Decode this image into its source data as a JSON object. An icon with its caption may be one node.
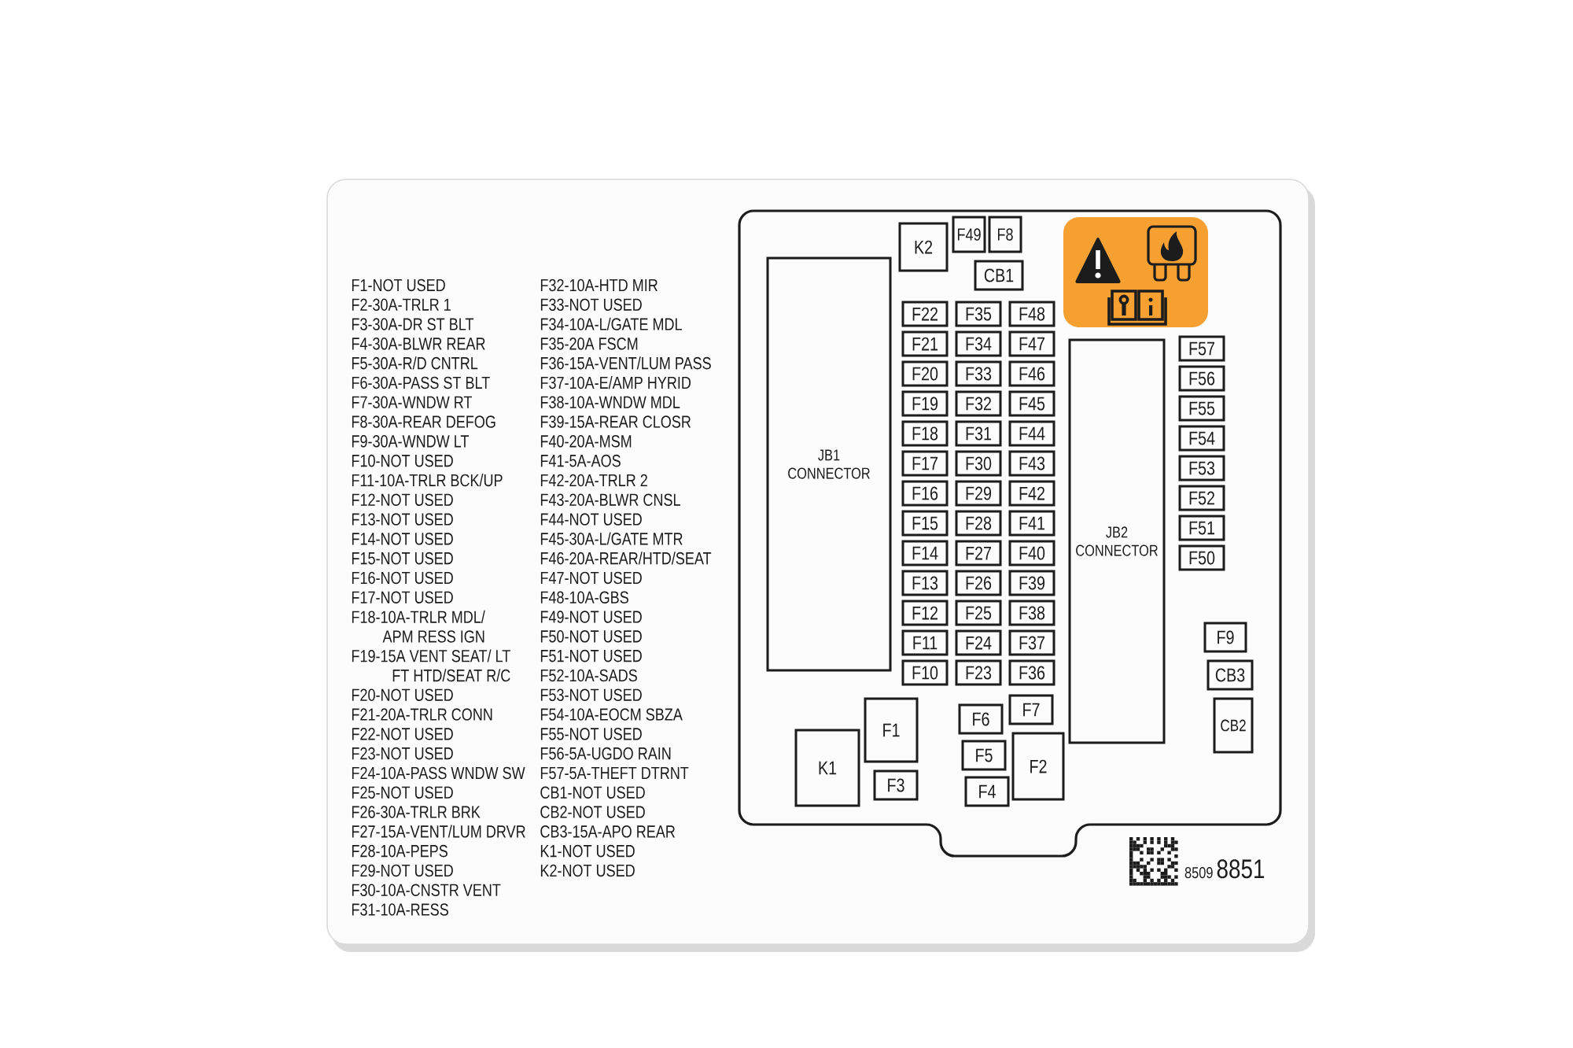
{
  "diagram": {
    "nodes": [
      {
        "text": [],
        "shape": "box"
      },
      {
        "text": [
          "K2"
        ],
        "in": 0
      },
      {
        "text": [
          "F49"
        ],
        "in": 0
      },
      {
        "text": [
          "F8"
        ],
        "in": 0
      },
      {
        "text": [
          "CB1"
        ],
        "in": 0
      },
      {
        "text": [
          "JB1 CONNECTOR"
        ],
        "in": 0
      },
      {
        "text": [
          "F22"
        ],
        "in": 0
      },
      {
        "text": [
          "F21"
        ],
        "in": 0
      },
      {
        "text": [
          "F20"
        ],
        "in": 0
      },
      {
        "text": [
          "F19"
        ],
        "in": 0
      },
      {
        "text": [
          "F18"
        ],
        "in": 0
      },
      {
        "text": [
          "F17"
        ],
        "in": 0
      },
      {
        "text": [
          "F16"
        ],
        "in": 0
      },
      {
        "text": [
          "F15"
        ],
        "in": 0
      },
      {
        "text": [
          "F14"
        ],
        "in": 0
      },
      {
        "text": [
          "F13"
        ],
        "in": 0
      },
      {
        "text": [
          "F12"
        ],
        "in": 0
      },
      {
        "text": [
          "F11"
        ],
        "in": 0
      },
      {
        "text": [
          "F10"
        ],
        "in": 0
      },
      {
        "text": [
          "F35"
        ],
        "in": 0
      },
      {
        "text": [
          "F34"
        ],
        "in": 0
      },
      {
        "text": [
          "F33"
        ],
        "in": 0
      },
      {
        "text": [
          "F32"
        ],
        "in": 0
      },
      {
        "text": [
          "F31"
        ],
        "in": 0
      },
      {
        "text": [
          "F30"
        ],
        "in": 0
      },
      {
        "text": [
          "F29"
        ],
        "in": 0
      },
      {
        "text": [
          "F28"
        ],
        "in": 0
      },
      {
        "text": [
          "F27"
        ],
        "in": 0
      },
      {
        "text": [
          "F26"
        ],
        "in": 0
      },
      {
        "text": [
          "F25"
        ],
        "in": 0
      },
      {
        "text": [
          "F24"
        ],
        "in": 0
      },
      {
        "text": [
          "F23"
        ],
        "in": 0
      },
      {
        "text": [
          "F48"
        ],
        "in": 0
      },
      {
        "text": [
          "F47"
        ],
        "in": 0
      },
      {
        "text": [
          "F46"
        ],
        "in": 0
      },
      {
        "text": [
          "F45"
        ],
        "in": 0
      },
      {
        "text": [
          "F44"
        ],
        "in": 0
      },
      {
        "text": [
          "F43"
        ],
        "in": 0
      },
      {
        "text": [
          "F42"
        ],
        "in": 0
      },
      {
        "text": [
          "F41"
        ],
        "in": 0
      },
      {
        "text": [
          "F40"
        ],
        "in": 0
      },
      {
        "text": [
          "F39"
        ],
        "in": 0
      },
      {
        "text": [
          "F38"
        ],
        "in": 0
      },
      {
        "text": [
          "F37"
        ],
        "in": 0
      },
      {
        "text": [
          "F36"
        ],
        "in": 0
      },
      {
        "text": [
          "JB2 CONNECTOR"
        ],
        "in": 0
      },
      {
        "text": [
          "F57"
        ],
        "in": 0
      },
      {
        "text": [
          "F56"
        ],
        "in": 0
      },
      {
        "text": [
          "F55"
        ],
        "in": 0
      },
      {
        "text": [
          "F54"
        ],
        "in": 0
      },
      {
        "text": [
          "F53"
        ],
        "in": 0
      },
      {
        "text": [
          "F52"
        ],
        "in": 0
      },
      {
        "text": [
          "F51"
        ],
        "in": 0
      },
      {
        "text": [
          "F50"
        ],
        "in": 0
      },
      {
        "text": [
          "F9"
        ],
        "in": 0
      },
      {
        "text": [
          "CB3"
        ],
        "in": 0
      },
      {
        "text": [
          "CB2"
        ],
        "in": 0
      },
      {
        "text": [
          "F1"
        ],
        "in": 0
      },
      {
        "text": [
          "K1"
        ],
        "in": 0
      },
      {
        "text": [
          "F3"
        ],
        "in": 0
      },
      {
        "text": [
          "F7"
        ],
        "in": 0
      },
      {
        "text": [
          "F6"
        ],
        "in": 0
      },
      {
        "text": [
          "F5"
        ],
        "in": 0
      },
      {
        "text": [
          "F2"
        ],
        "in": 0
      },
      {
        "text": [
          "F4"
        ],
        "in": 0
      }
    ],
    "labels": [
      "F1-NOT USED",
      "F2-30A-TRLR 1",
      "F3-30A-DR ST BLT",
      "F4-30A-BLWR REAR",
      "F5-30A-R/D CNTRL",
      "F6-30A-PASS ST BLT",
      "F7-30A-WNDW RT",
      "F8-30A-REAR DEFOG",
      "F9-30A-WNDW LT",
      "F10-NOT USED",
      "F11-10A-TRLR BCK/UP",
      "F12-NOT USED",
      "F13-NOT USED",
      "F14-NOT USED",
      "F15-NOT USED",
      "F16-NOT USED",
      "F17-NOT USED",
      "F18-10A-TRLR MDL/ APM RESS IGN",
      "F19-15A VENT SEAT/ LT FT HTD/SEAT R/C",
      "F20-NOT USED",
      "F21-20A-TRLR CONN",
      "F22-NOT USED",
      "F23-NOT USED",
      "F24-10A-PASS WNDW SW",
      "F25-NOT USED",
      "F26-30A-TRLR BRK",
      "F27-15A-VENT/LUM DRVR",
      "F28-10A-PEPS",
      "F29-NOT USED",
      "F30-10A-CNSTR VENT",
      "F31-10A-RESS",
      "F32-10A-HTD MIR",
      "F33-NOT USED",
      "F34-10A-L/GATE MDL",
      "F35-20A FSCM",
      "F36-15A-VENT/LUM PASS",
      "F37-10A-E/AMP HYRID",
      "F38-10A-WNDW MDL",
      "F39-15A-REAR CLOSR",
      "F40-20A-MSM",
      "F41-5A-AOS",
      "F42-20A-TRLR 2",
      "F43-20A-BLWR CNSL",
      "F44-NOT USED",
      "F45-30A-L/GATE MTR",
      "F46-20A-REAR/HTD/SEAT",
      "F47-NOT USED",
      "F48-10A-GBS",
      "F49-NOT USED",
      "F50-NOT USED",
      "F51-NOT USED",
      "F52-10A-SADS",
      "F53-NOT USED",
      "F54-10A-EOCM SBZA",
      "F55-NOT USED",
      "F56-5A-UGDO RAIN",
      "F57-5A-THEFT DTRNT",
      "CB1-NOT USED",
      "CB2-NOT USED",
      "CB3-15A-APO REAR",
      "K1-NOT USED",
      "K2-NOT USED",
      "8509",
      "8851"
    ]
  }
}
